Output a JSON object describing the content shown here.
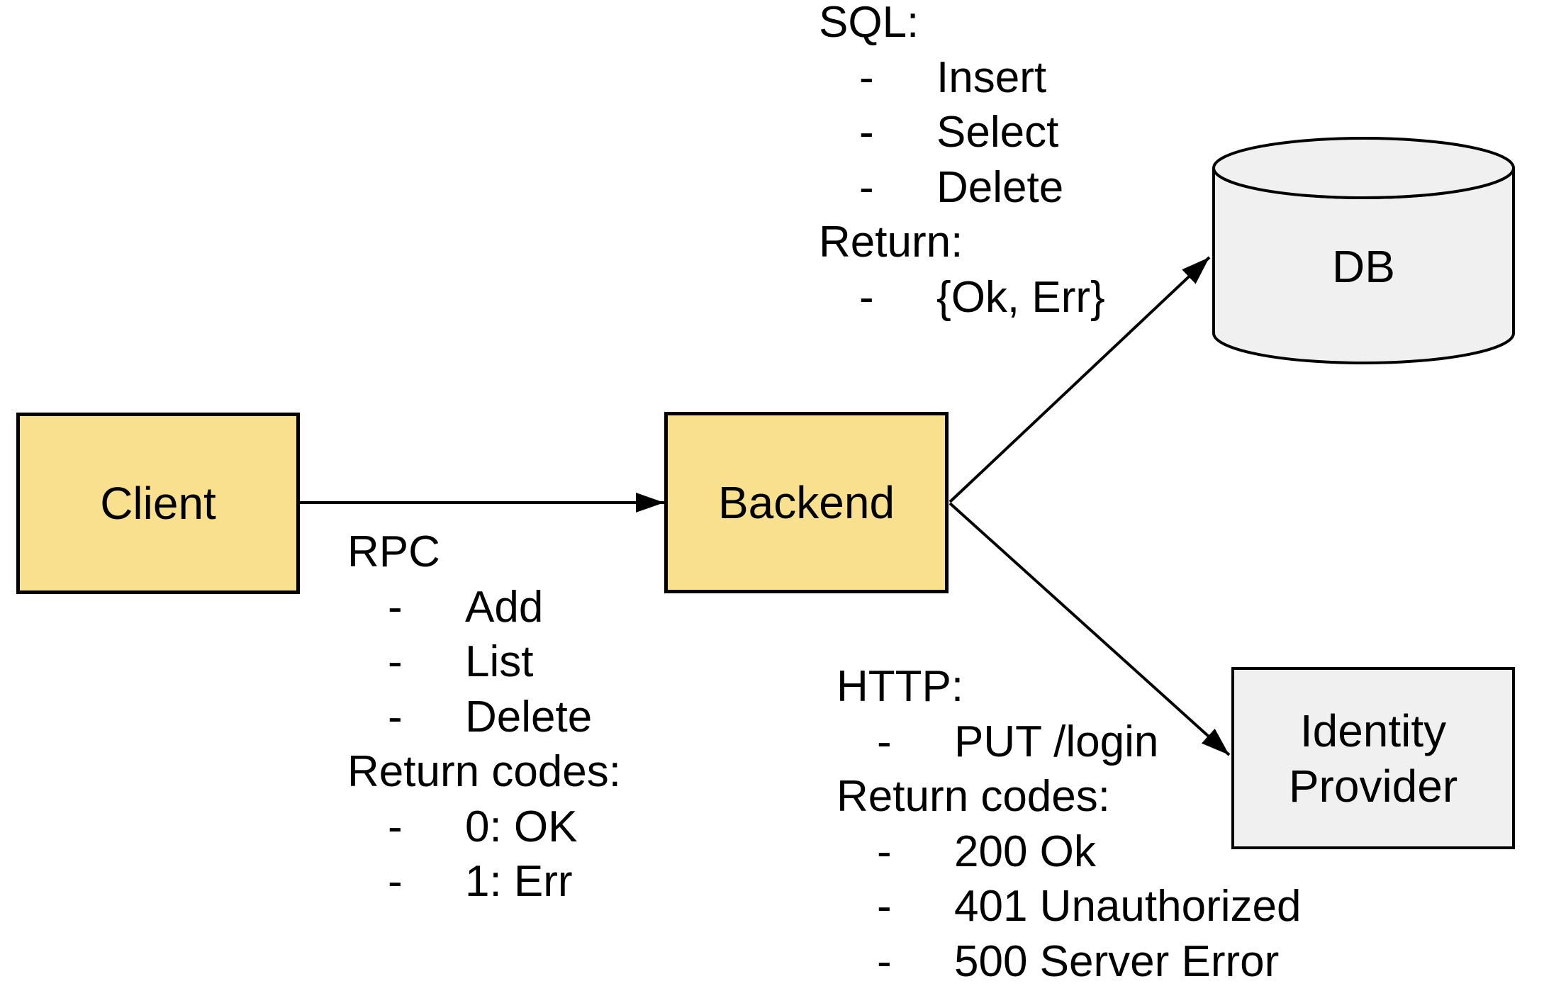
{
  "nodes": {
    "client": {
      "label": "Client"
    },
    "backend": {
      "label": "Backend"
    },
    "db": {
      "label": "DB"
    },
    "identity_provider": {
      "line1": "Identity",
      "line2": "Provider"
    }
  },
  "bullet": "-",
  "annotations": {
    "rpc": {
      "title": "RPC",
      "items": [
        "Add",
        "List",
        "Delete"
      ],
      "return_title": "Return codes:",
      "return_items": [
        "0: OK",
        "1: Err"
      ]
    },
    "sql": {
      "title": "SQL:",
      "items": [
        "Insert",
        "Select",
        "Delete"
      ],
      "return_title": "Return:",
      "return_items": [
        "{Ok, Err}"
      ]
    },
    "http": {
      "title": "HTTP:",
      "items": [
        "PUT /login"
      ],
      "return_title": "Return codes:",
      "return_items": [
        "200 Ok",
        "401 Unauthorized",
        "500 Server Error"
      ]
    }
  },
  "edges": [
    {
      "from": "client",
      "to": "backend",
      "annotation": "rpc"
    },
    {
      "from": "backend",
      "to": "db",
      "annotation": "sql"
    },
    {
      "from": "backend",
      "to": "identity_provider",
      "annotation": "http"
    }
  ],
  "colors": {
    "node_fill_yellow": "#F8E08E",
    "node_fill_gray": "#F0F0F0",
    "stroke": "#000000",
    "background": "#FFFFFF"
  }
}
